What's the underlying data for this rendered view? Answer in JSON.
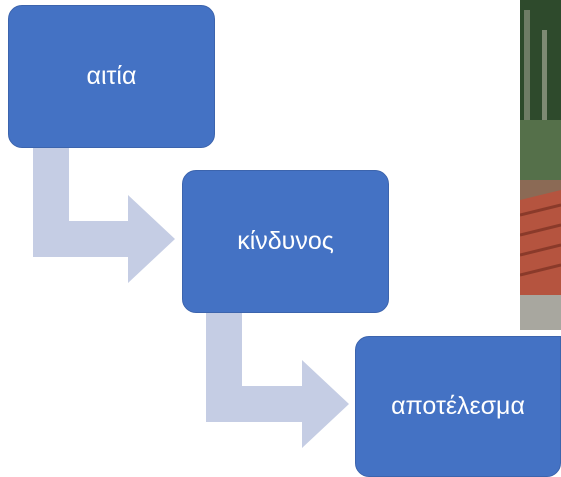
{
  "diagram": {
    "steps": [
      {
        "label": "αιτία"
      },
      {
        "label": "κίνδυνος"
      },
      {
        "label": "αποτέλεσμα"
      }
    ]
  },
  "colors": {
    "box_fill": "#4472c4",
    "arrow_fill": "#c5cde4",
    "text": "#ffffff"
  }
}
